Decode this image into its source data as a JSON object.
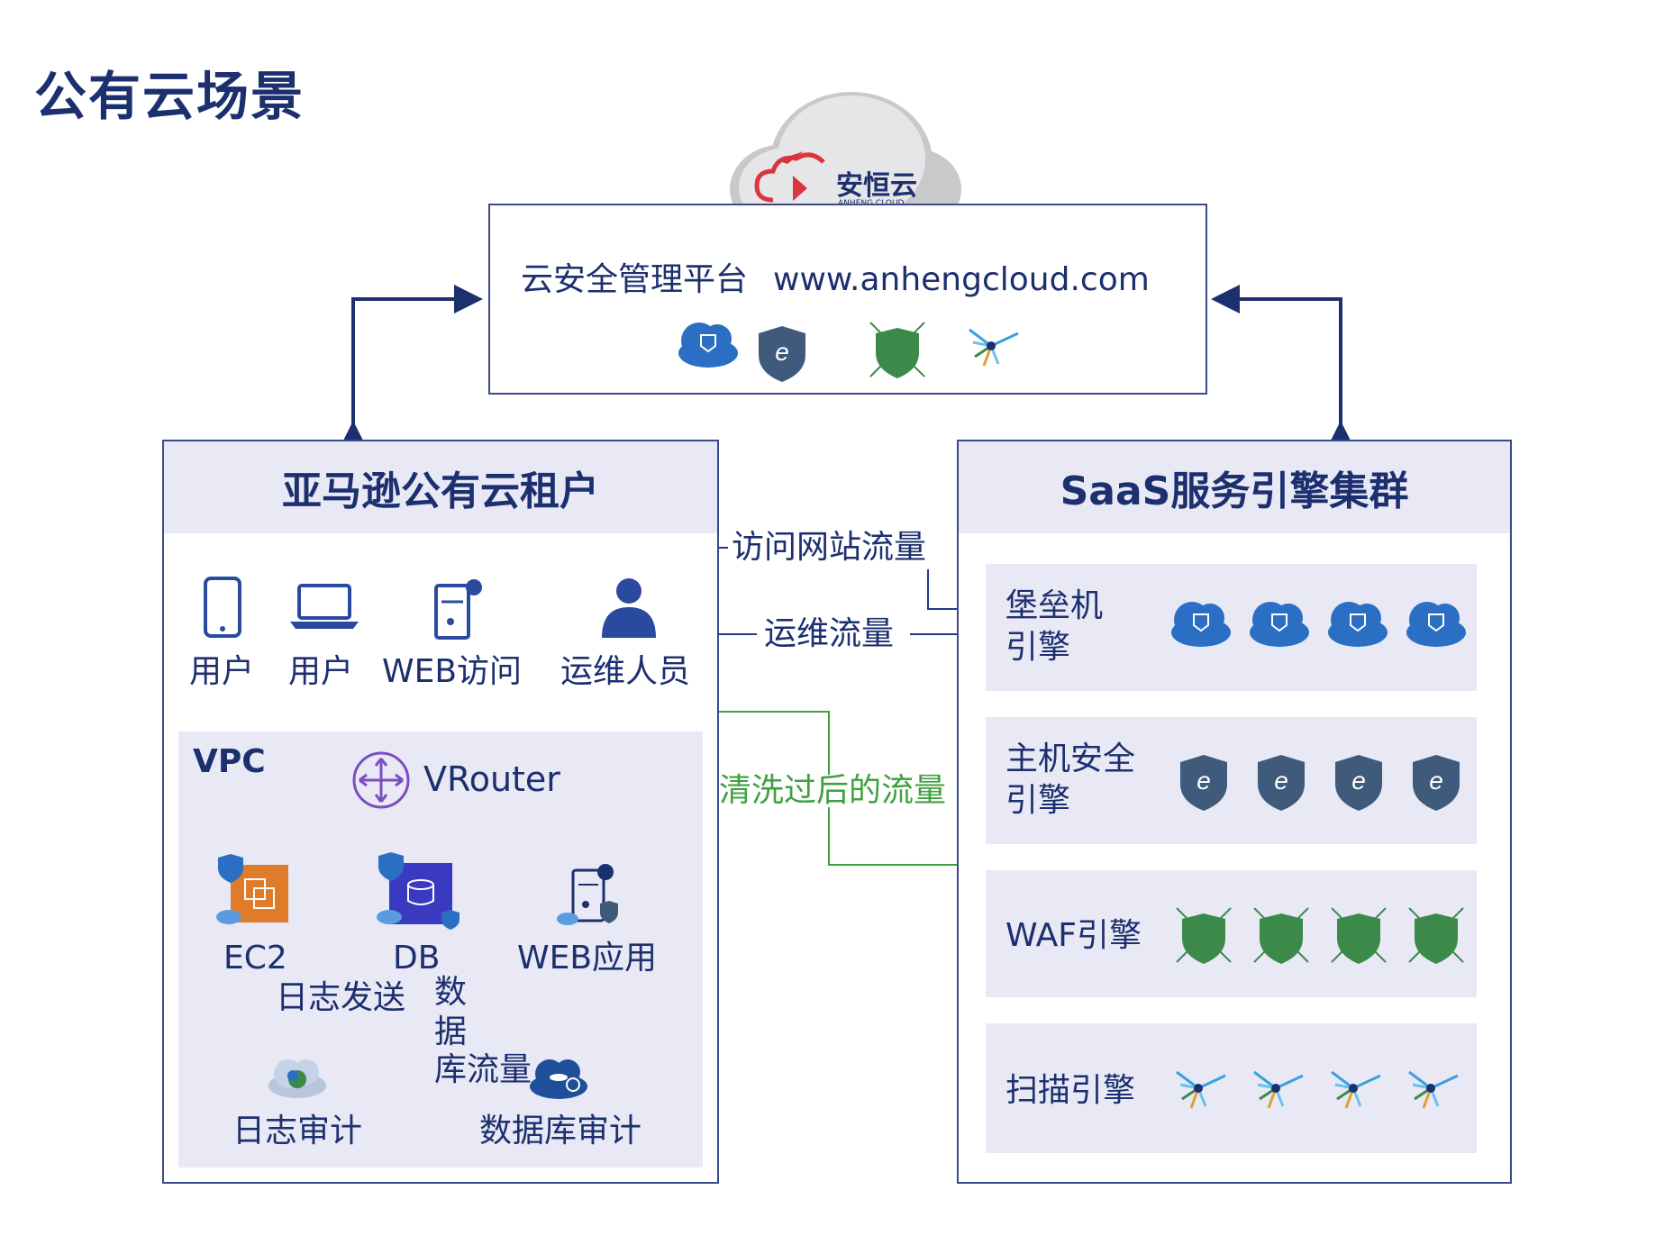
{
  "title": "公有云场景",
  "cloud_logo": {
    "brand": "安恒云",
    "brand_en": "ANHENG CLOUD",
    "icon": "anheng-cloud-logo"
  },
  "platform": {
    "label": "云安全管理平台",
    "url": "www.anhengcloud.com",
    "icons": [
      "bastion-cloud-icon",
      "host-security-shield-icon",
      "waf-shield-icon",
      "scanner-icon"
    ]
  },
  "tenant": {
    "header": "亚马逊公有云租户",
    "users": [
      {
        "label": "用户",
        "icon": "mobile-phone-icon"
      },
      {
        "label": "用户",
        "icon": "laptop-icon"
      },
      {
        "label": "WEB访问",
        "icon": "web-server-icon"
      },
      {
        "label": "运维人员",
        "icon": "person-icon"
      }
    ],
    "vpc": {
      "label": "VPC",
      "router": "VRouter",
      "nodes": [
        {
          "label": "EC2",
          "icon": "ec2-icon"
        },
        {
          "label": "DB",
          "icon": "database-icon"
        },
        {
          "label": "WEB应用",
          "icon": "web-app-icon"
        }
      ],
      "log_send": "日志发送",
      "db_traffic": [
        "数",
        "据",
        "库流量"
      ],
      "audits": [
        {
          "label": "日志审计",
          "icon": "log-audit-icon"
        },
        {
          "label": "数据库审计",
          "icon": "db-audit-icon"
        }
      ]
    }
  },
  "saas": {
    "header": "SaaS服务引擎集群",
    "engines": [
      {
        "lines": [
          "堡垒机",
          "引擎"
        ],
        "icon": "bastion-cloud-icon"
      },
      {
        "lines": [
          "主机安全",
          "引擎"
        ],
        "icon": "host-security-shield-icon"
      },
      {
        "lines": [
          "WAF引擎"
        ],
        "icon": "waf-shield-icon"
      },
      {
        "lines": [
          "扫描引擎"
        ],
        "icon": "scanner-icon"
      }
    ]
  },
  "flows": {
    "web": "访问网站流量",
    "ops": "运维流量",
    "cleaned": "清洗过后的流量"
  },
  "colors": {
    "navy": "#1c2f6e",
    "line": "#3b4a8a",
    "panel": "#e8e9f5",
    "green": "#3fa13f",
    "red": "#d9363e"
  }
}
